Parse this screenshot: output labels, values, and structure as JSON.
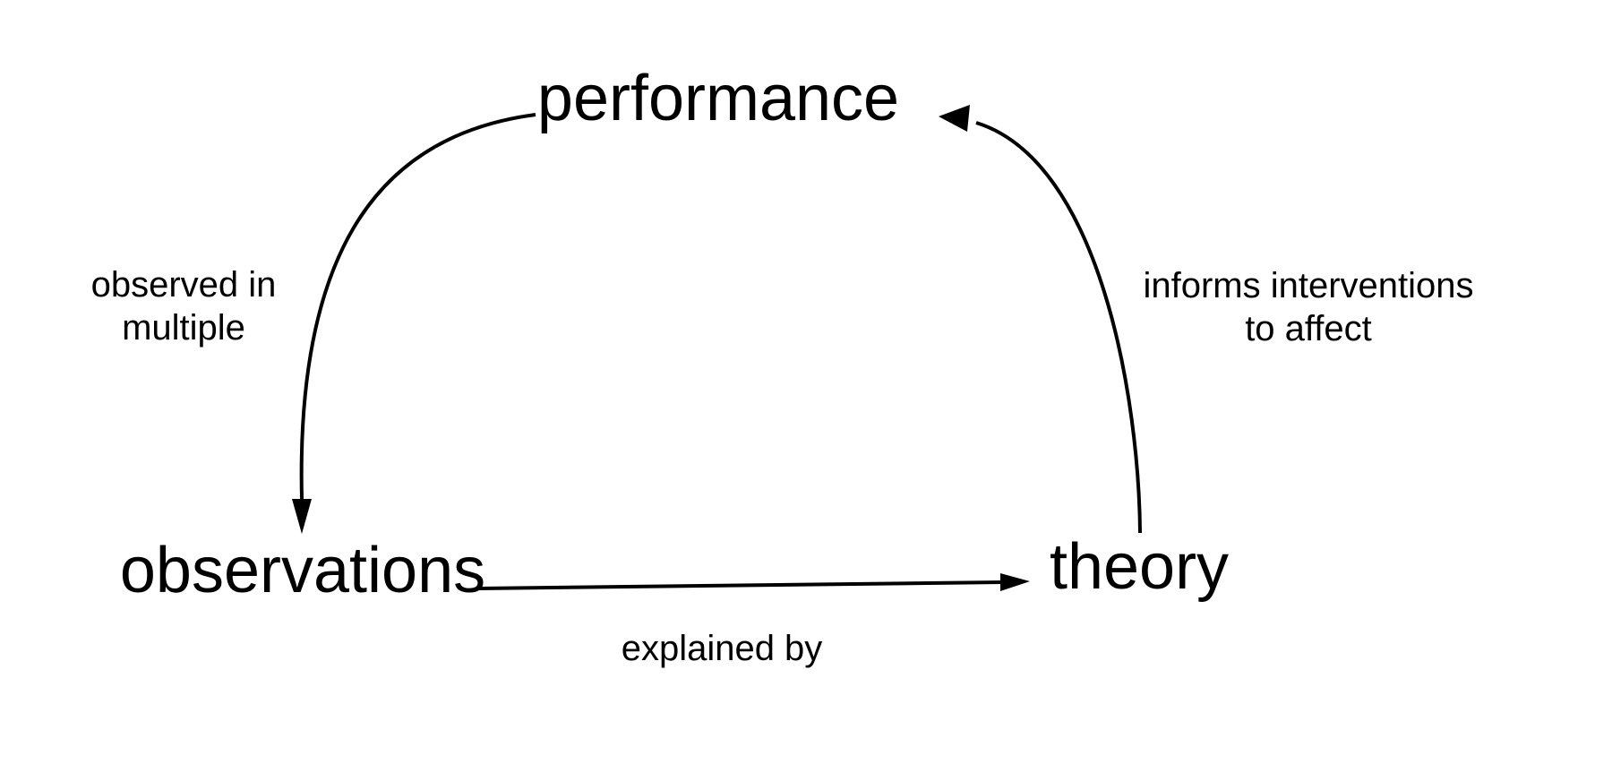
{
  "diagram": {
    "nodes": {
      "performance": "performance",
      "observations": "observations",
      "theory": "theory"
    },
    "edges": {
      "performance_to_observations": {
        "label_line1": "observed in",
        "label_line2": "multiple"
      },
      "observations_to_theory": {
        "label": "explained by"
      },
      "theory_to_performance": {
        "label_line1": "informs interventions",
        "label_line2": "to affect"
      }
    },
    "colors": {
      "ink": "#000000",
      "background": "#ffffff"
    }
  }
}
